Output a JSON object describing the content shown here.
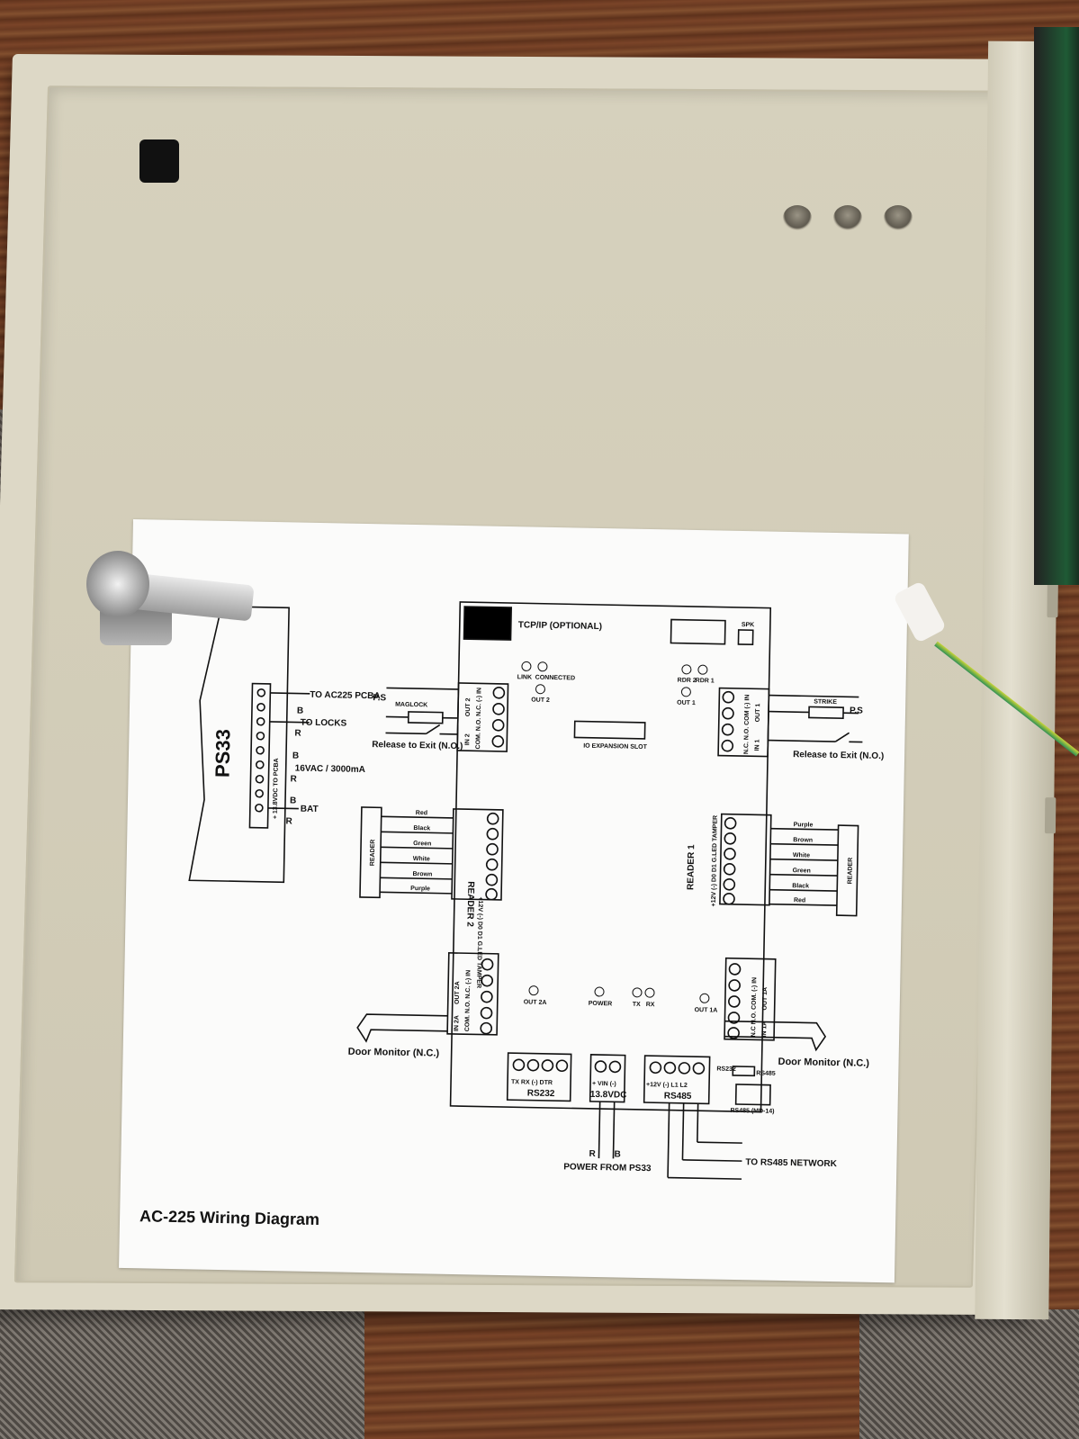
{
  "diagram": {
    "title": "AC-225 Wiring Diagram",
    "ps33": "PS33",
    "tcpip": "TCP/IP (OPTIONAL)",
    "spk": "SPK",
    "io_slot": "IO EXPANSION SLOT",
    "leds_top": [
      "LINK",
      "CONNECTED",
      "OUT 2",
      "RDR 2",
      "RDR 1",
      "OUT 1"
    ],
    "leds_bottom": [
      "OUT 2A",
      "POWER",
      "TX",
      "RX",
      "OUT 1A"
    ],
    "ps33_lines": {
      "to_pcba": "TO AC225 PCBA",
      "to_locks": "TO LOCKS",
      "vac": "16VAC / 3000mA",
      "bat": "BAT",
      "b": "B",
      "r": "R",
      "terminals": "+ 13.8VDC TO PCBA",
      "ps": "P.S"
    },
    "left_top": {
      "maglock": "MAGLOCK",
      "release": "Release to Exit (N.O.)",
      "out": "OUT 2",
      "in": "IN 2",
      "contacts": "COM. N.O. N.C. (-)  IN"
    },
    "right_top": {
      "strike": "STRIKE",
      "ps": "P.S",
      "release": "Release to Exit (N.O.)",
      "out": "OUT 1",
      "in": "IN 1",
      "contacts": "N.C. N.O. COM  (-)  IN"
    },
    "reader2": {
      "label": "READER 2",
      "reader": "READER",
      "wires": [
        "Red",
        "Black",
        "Green",
        "White",
        "Brown",
        "Purple"
      ],
      "pins": "+12V (-) D0 D1 G.LED TAMPER"
    },
    "reader1": {
      "label": "READER 1",
      "reader": "READER",
      "wires": [
        "Purple",
        "Brown",
        "White",
        "Green",
        "Black",
        "Red"
      ],
      "pins": "+12V (-) D0 D1 G.LED TAMPER"
    },
    "left_bottom": {
      "out": "OUT 2A",
      "in": "IN 2A",
      "door": "Door Monitor (N.C.)",
      "contacts": "COM. N.O. N.C. (-) IN"
    },
    "right_bottom": {
      "out": "OUT 1A",
      "in": "IN 1A",
      "door": "Door Monitor  (N.C.)",
      "contacts": "N.C N.O. COM. (-) IN"
    },
    "rs232": {
      "label": "RS232",
      "pins": "TX  RX  (-)  DTR"
    },
    "power": {
      "label": "13.8VDC",
      "pins": "+ VIN (-)",
      "from": "POWER FROM PS33",
      "r": "R",
      "b": "B"
    },
    "rs485": {
      "label": "RS485",
      "pins": "+12V (-)  L1  L2",
      "network": "TO RS485 NETWORK",
      "md14": "RS485 (MD-14)",
      "sw1": "RS232",
      "sw2": "RS485"
    }
  }
}
